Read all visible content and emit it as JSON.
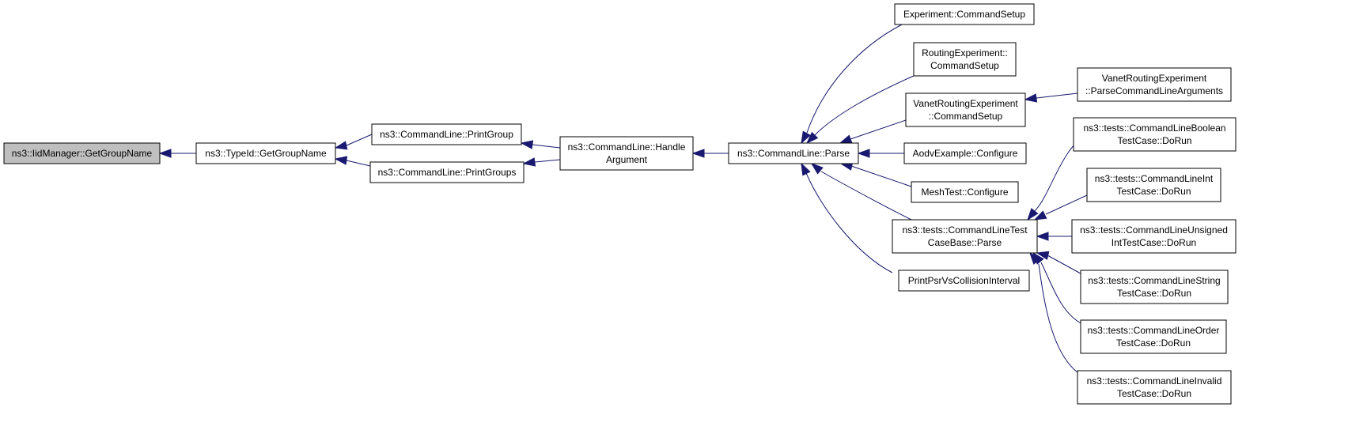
{
  "graph": {
    "kind": "caller graph",
    "colors": {
      "edge": "#191970",
      "node_border": "#000000",
      "node_fill": "#ffffff",
      "current_node_fill": "#bfbfbf"
    },
    "nodes": {
      "iid_get_group_name": {
        "lines": [
          "ns3::IidManager::GetGroupName"
        ],
        "current": true
      },
      "typeid_get_group_name": {
        "lines": [
          "ns3::TypeId::GetGroupName"
        ]
      },
      "print_group": {
        "lines": [
          "ns3::CommandLine::PrintGroup"
        ]
      },
      "print_groups": {
        "lines": [
          "ns3::CommandLine::PrintGroups"
        ]
      },
      "handle_argument": {
        "lines": [
          "ns3::CommandLine::Handle",
          "Argument"
        ]
      },
      "parse": {
        "lines": [
          "ns3::CommandLine::Parse"
        ]
      },
      "experiment_command_setup": {
        "lines": [
          "Experiment::CommandSetup"
        ]
      },
      "routing_experiment_command_setup": {
        "lines": [
          "RoutingExperiment::",
          "CommandSetup"
        ]
      },
      "vanet_command_setup": {
        "lines": [
          "VanetRoutingExperiment",
          "::CommandSetup"
        ]
      },
      "aodv_configure": {
        "lines": [
          "AodvExample::Configure"
        ]
      },
      "mesh_configure": {
        "lines": [
          "MeshTest::Configure"
        ]
      },
      "test_case_base_parse": {
        "lines": [
          "ns3::tests::CommandLineTest",
          "CaseBase::Parse"
        ]
      },
      "print_psr": {
        "lines": [
          "PrintPsrVsCollisionInterval"
        ]
      },
      "vanet_parse_args": {
        "lines": [
          "VanetRoutingExperiment",
          "::ParseCommandLineArguments"
        ]
      },
      "boolean_do_run": {
        "lines": [
          "ns3::tests::CommandLineBoolean",
          "TestCase::DoRun"
        ]
      },
      "int_do_run": {
        "lines": [
          "ns3::tests::CommandLineInt",
          "TestCase::DoRun"
        ]
      },
      "unsigned_do_run": {
        "lines": [
          "ns3::tests::CommandLineUnsigned",
          "IntTestCase::DoRun"
        ]
      },
      "string_do_run": {
        "lines": [
          "ns3::tests::CommandLineString",
          "TestCase::DoRun"
        ]
      },
      "order_do_run": {
        "lines": [
          "ns3::tests::CommandLineOrder",
          "TestCase::DoRun"
        ]
      },
      "invalid_do_run": {
        "lines": [
          "ns3::tests::CommandLineInvalid",
          "TestCase::DoRun"
        ]
      }
    },
    "edges": [
      {
        "from": "typeid_get_group_name",
        "to": "iid_get_group_name"
      },
      {
        "from": "print_group",
        "to": "typeid_get_group_name"
      },
      {
        "from": "print_groups",
        "to": "typeid_get_group_name"
      },
      {
        "from": "handle_argument",
        "to": "print_group"
      },
      {
        "from": "handle_argument",
        "to": "print_groups"
      },
      {
        "from": "parse",
        "to": "handle_argument"
      },
      {
        "from": "experiment_command_setup",
        "to": "parse"
      },
      {
        "from": "routing_experiment_command_setup",
        "to": "parse"
      },
      {
        "from": "vanet_command_setup",
        "to": "parse"
      },
      {
        "from": "aodv_configure",
        "to": "parse"
      },
      {
        "from": "mesh_configure",
        "to": "parse"
      },
      {
        "from": "test_case_base_parse",
        "to": "parse"
      },
      {
        "from": "print_psr",
        "to": "parse"
      },
      {
        "from": "vanet_parse_args",
        "to": "vanet_command_setup"
      },
      {
        "from": "boolean_do_run",
        "to": "test_case_base_parse"
      },
      {
        "from": "int_do_run",
        "to": "test_case_base_parse"
      },
      {
        "from": "unsigned_do_run",
        "to": "test_case_base_parse"
      },
      {
        "from": "string_do_run",
        "to": "test_case_base_parse"
      },
      {
        "from": "order_do_run",
        "to": "test_case_base_parse"
      },
      {
        "from": "invalid_do_run",
        "to": "test_case_base_parse"
      }
    ]
  }
}
